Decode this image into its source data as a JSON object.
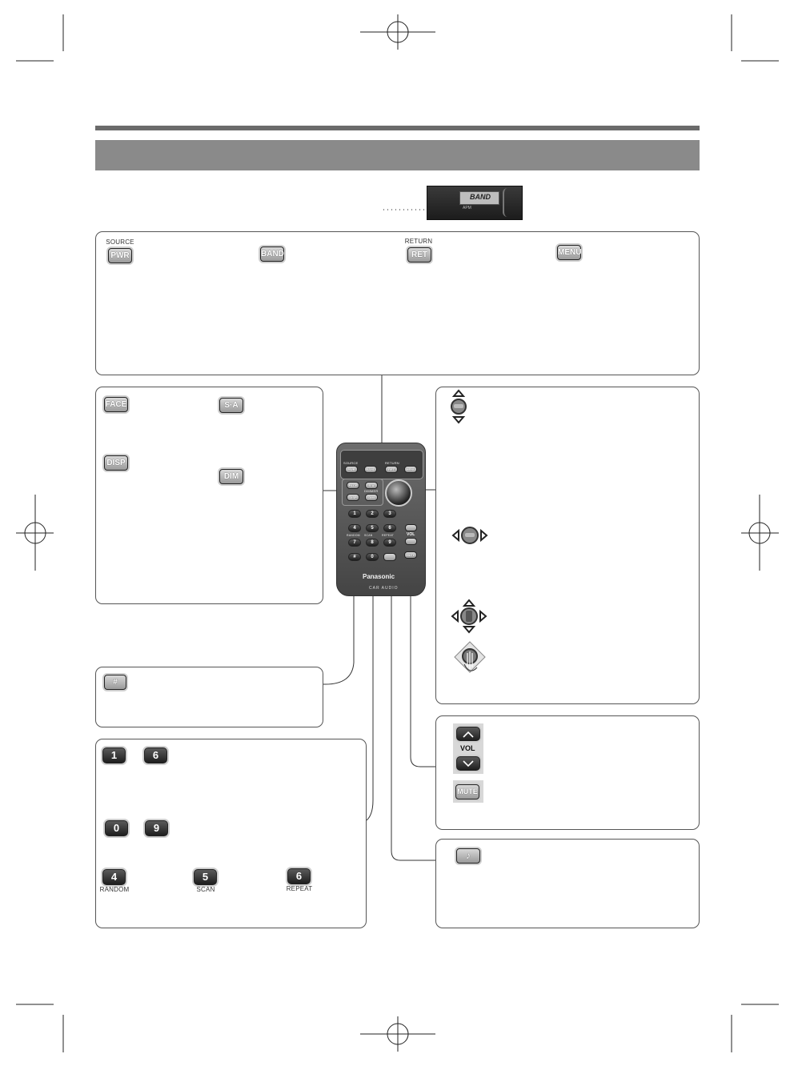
{
  "top_panel": {
    "pwr": {
      "label": "PWR",
      "caption": "SOURCE"
    },
    "band": {
      "label": "BAND"
    },
    "ret": {
      "label": "RET",
      "caption": "RETURN"
    },
    "menu": {
      "label": "MENU"
    }
  },
  "unit_image": {
    "band_label": "BAND",
    "sub_text": "APM"
  },
  "display_panel": {
    "face": "FACE",
    "sa": "S·A",
    "disp": "DISP",
    "dim": "DIM"
  },
  "hash_panel": {
    "hash": "#"
  },
  "number_panel": {
    "range1": [
      "1",
      "6"
    ],
    "range2": [
      "0",
      "9"
    ],
    "mode_keys": [
      {
        "label": "4",
        "caption": "RANDOM"
      },
      {
        "label": "5",
        "caption": "SCAN"
      },
      {
        "label": "6",
        "caption": "REPEAT"
      }
    ]
  },
  "volume_panel": {
    "vol_label": "VOL",
    "mute": "MUTE"
  },
  "music_panel": {
    "icon": "♪"
  },
  "remote": {
    "row1_captions": [
      "SOURCE",
      "RETURN"
    ],
    "row1_keys": [
      "PWR",
      "BAND",
      "RET",
      "MENU"
    ],
    "row2_keys": [
      "FACE",
      "S·A",
      "DISP",
      "DIM"
    ],
    "dimmer_caption": "DIMMER",
    "num_keys": [
      "1",
      "2",
      "3",
      "4",
      "5",
      "6",
      "7",
      "8",
      "9",
      "#",
      "0"
    ],
    "mode_captions": [
      "RANDOM",
      "SCAN",
      "REPEAT"
    ],
    "vol_label": "VOL",
    "mute": "MUTE",
    "brand": "Panasonic",
    "model": "CAR AUDIO"
  },
  "colors": {
    "rule": "#6b6b6b",
    "title_bar": "#8a8a8a",
    "panel_border": "#555555",
    "remote_body": "#555555"
  }
}
